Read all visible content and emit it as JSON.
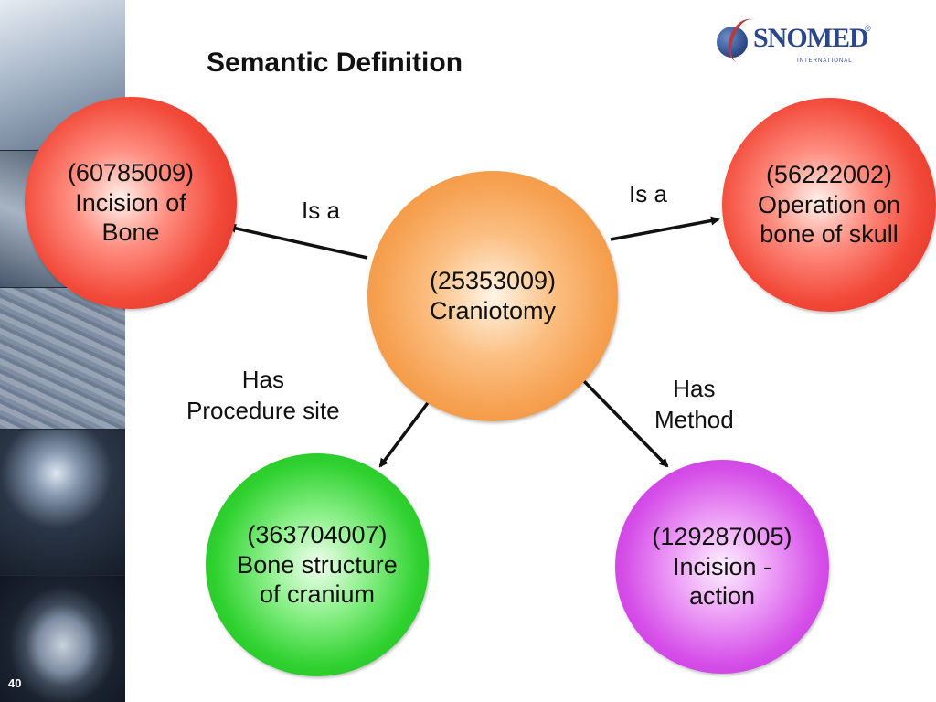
{
  "slide": {
    "title": "Semantic Definition",
    "number": "40"
  },
  "logo": {
    "text": "SNOMED",
    "registered": "®",
    "subtext": "INTERNATIONAL"
  },
  "colors": {
    "concept_red": "#f24a3a",
    "concept_orange": "#f6a050",
    "concept_green": "#2fd12f",
    "concept_purple": "#d54ee8",
    "logo_blue": "#2b478a",
    "arrow": "#111111"
  },
  "nodes": {
    "center": {
      "code": "(25353009)",
      "lines": [
        "Craniotomy"
      ]
    },
    "left": {
      "code": "(60785009)",
      "lines": [
        "Incision of",
        "Bone"
      ]
    },
    "right": {
      "code": "(56222002)",
      "lines": [
        "Operation on",
        "bone of skull"
      ]
    },
    "bottom_left": {
      "code": "(363704007)",
      "lines": [
        "Bone structure",
        "of cranium"
      ]
    },
    "bottom_right": {
      "code": "(129287005)",
      "lines": [
        "Incision -",
        "action"
      ]
    }
  },
  "relations": {
    "left": [
      "Is a"
    ],
    "right": [
      "Is a"
    ],
    "bottom_left": [
      "Has",
      "Procedure site"
    ],
    "bottom_right": [
      "Has",
      "Method"
    ]
  }
}
